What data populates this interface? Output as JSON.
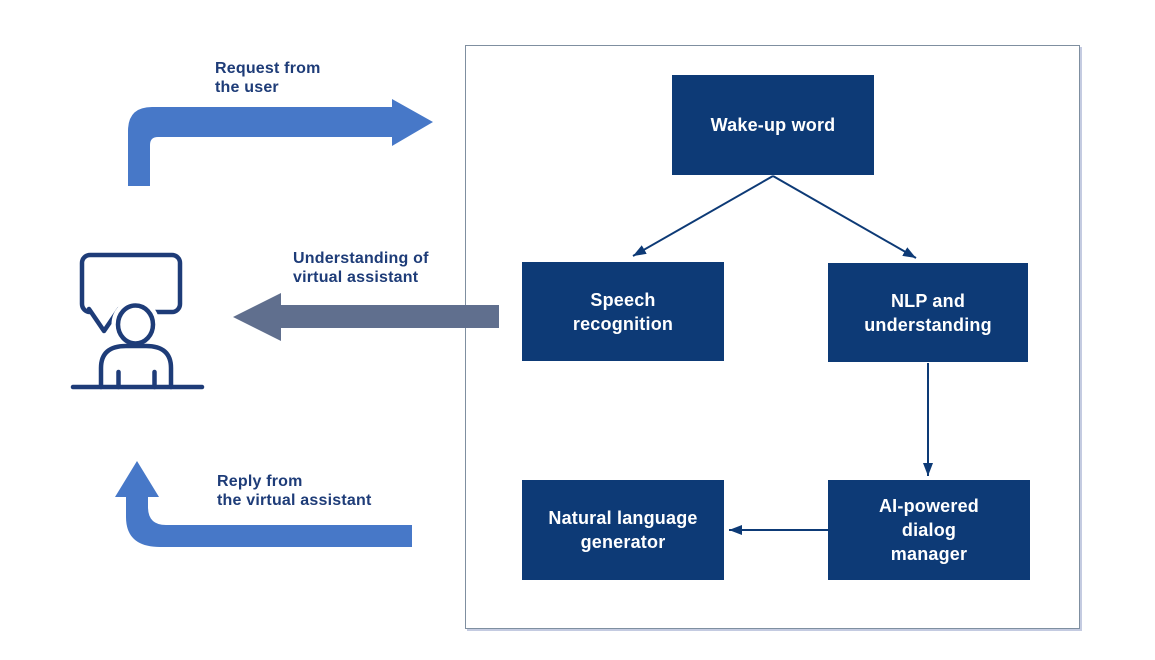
{
  "labels": {
    "request": {
      "line1": "Request from",
      "line2": "the user"
    },
    "understanding": {
      "line1": "Understanding of",
      "line2": "virtual assistant"
    },
    "reply": {
      "line1": "Reply from",
      "line2": "the virtual assistant"
    }
  },
  "boxes": {
    "wakeup": {
      "line1": "Wake-up word"
    },
    "speech": {
      "line1": "Speech",
      "line2": "recognition"
    },
    "nlp": {
      "line1": "NLP and",
      "line2": "understanding"
    },
    "nlg": {
      "line1": "Natural language",
      "line2": "generator"
    },
    "ai": {
      "line1": "AI-powered",
      "line2": "dialog",
      "line3": "manager"
    }
  },
  "icons": {
    "user": "user-with-speech-bubble-icon"
  },
  "colors": {
    "accent_blue": "#4778c8",
    "navy": "#0d3a76",
    "slate_gray": "#606f8e",
    "label_text": "#1e3c78",
    "boundary_border": "#7f8fa0"
  }
}
